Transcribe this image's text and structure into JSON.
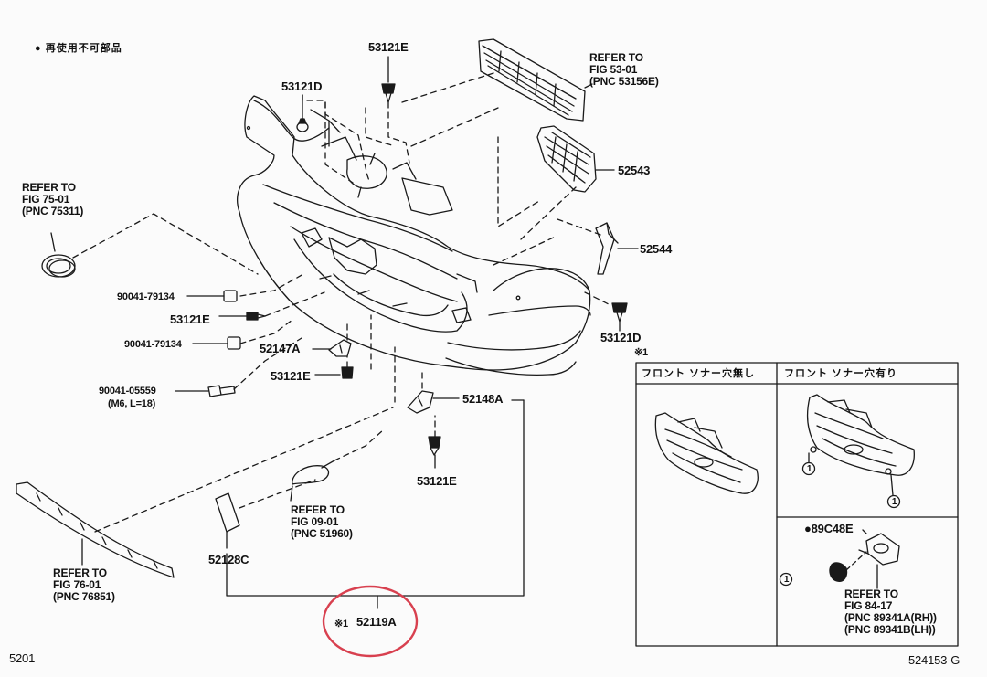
{
  "legend": {
    "bullet": "●",
    "text": "再使用不可部品"
  },
  "parts": {
    "p53121E_top": "53121E",
    "p53121D_top": "53121D",
    "p52543": "52543",
    "p52544": "52544",
    "p53121D_right": "53121D",
    "mark_right": "※1",
    "p90041_79134_a": "90041-79134",
    "p53121E_left": "53121E",
    "p90041_79134_b": "90041-79134",
    "p52147A": "52147A",
    "p53121E_mid": "53121E",
    "p90041_05559": "90041-05559",
    "p90041_05559_spec": "(M6, L=18)",
    "p52148A": "52148A",
    "p53121E_low": "53121E",
    "p52128C": "52128C",
    "p52119A_mark": "※1",
    "p52119A": "52119A",
    "p89C48E": "●89C48E"
  },
  "refs": {
    "fig53": [
      "REFER TO",
      "FIG  53-01",
      "(PNC 53156E)"
    ],
    "fig75": [
      "REFER TO",
      "FIG  75-01",
      "(PNC 75311)"
    ],
    "fig09": [
      "REFER TO",
      "FIG  09-01",
      "(PNC 51960)"
    ],
    "fig76": [
      "REFER TO",
      "FIG  76-01",
      "(PNC 76851)"
    ],
    "fig84": [
      "REFER TO",
      "FIG  84-17",
      "(PNC 89341A(RH))",
      "(PNC 89341B(LH))"
    ]
  },
  "inset": {
    "header_left": "フロント ソナー穴無し",
    "header_right": "フロント ソナー穴有り",
    "circle_1": "1"
  },
  "footer": {
    "left": "5201",
    "right": "524153-G"
  },
  "colors": {
    "line": "#1a1a1a",
    "highlight": "#d8404f",
    "background": "#fbfbfb"
  }
}
